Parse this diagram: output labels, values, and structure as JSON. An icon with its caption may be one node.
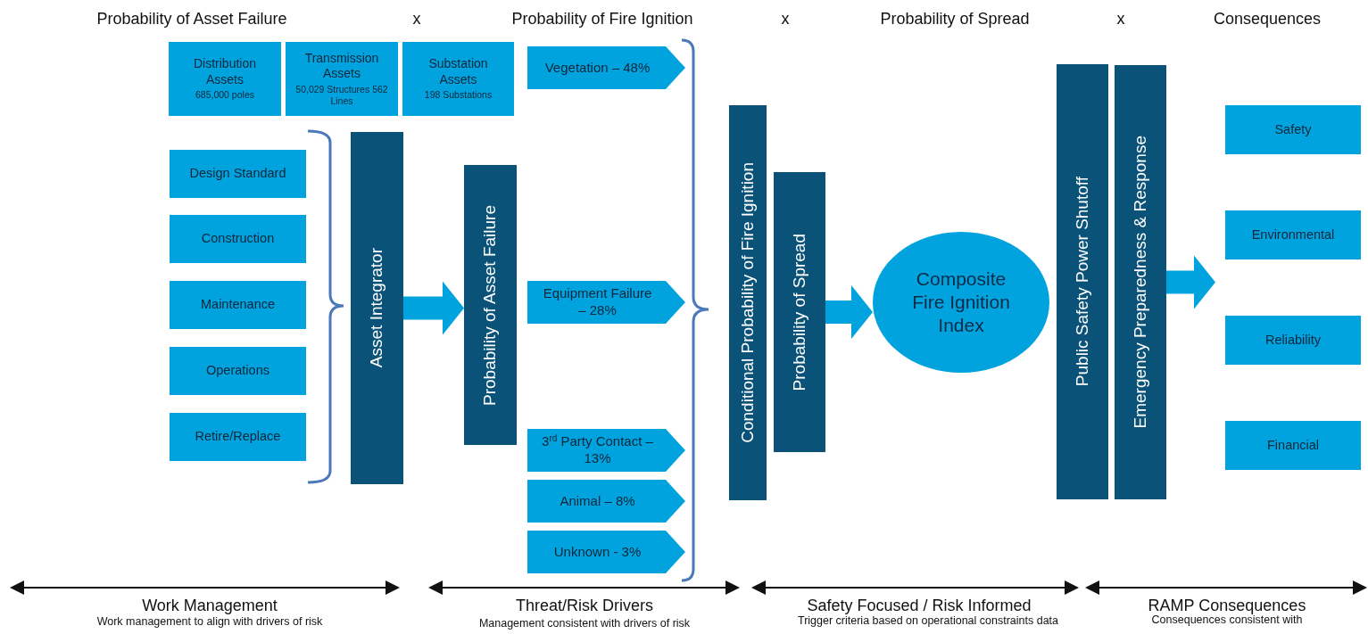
{
  "diagram": {
    "nodes": [
      {
        "text": [
          "Distribution Assets",
          "685,000 poles"
        ]
      },
      {
        "text": [
          "Transmission Assets",
          "50,029 Structures 562 Lines"
        ]
      },
      {
        "text": [
          "Substation Assets",
          "198 Substations"
        ]
      },
      {
        "text": [
          "Design Standard"
        ]
      },
      {
        "text": [
          "Construction"
        ]
      },
      {
        "text": [
          "Maintenance"
        ]
      },
      {
        "text": [
          "Operations"
        ]
      },
      {
        "text": [
          "Retire/Replace"
        ]
      },
      {
        "text": [
          "Asset Integrator"
        ]
      },
      {
        "text": [
          "Probability of Asset Failure"
        ]
      },
      {
        "text": [
          "Vegetation – 48%"
        ]
      },
      {
        "text": [
          "Equipment Failure – 28%"
        ]
      },
      {
        "text": [
          "3$^{rd}$ Party Contact – 13%"
        ]
      },
      {
        "text": [
          "Animal – 8%"
        ]
      },
      {
        "text": [
          "Unknown - 3%"
        ]
      },
      {
        "text": [
          "Conditional Probability of Fire Ignition"
        ]
      },
      {
        "text": [
          "Probability of Spread"
        ]
      },
      {
        "text": [
          "Composite Fire Ignition Index"
        ]
      },
      {
        "text": [
          "Public Safety Power Shutoff"
        ]
      },
      {
        "text": [
          "Emergency Preparedness & Response"
        ]
      },
      {
        "text": [
          "Safety"
        ]
      },
      {
        "text": [
          "Environmental"
        ]
      },
      {
        "text": [
          "Reliability"
        ]
      },
      {
        "text": [
          "Financial"
        ]
      }
    ],
    "edges": [
      {
        "from": 8,
        "to": 9,
        "arrow": "to"
      },
      {
        "from": 16,
        "to": 17,
        "arrow": "to"
      },
      {
        "from": 19,
        "to": null,
        "arrow": "to"
      }
    ],
    "labels": [
      "Probability of Asset Failure",
      "x",
      "Probability of Fire Ignition",
      "x",
      "Probability of Spread",
      "x",
      "Consequences",
      "Work Management",
      "Work management to align with drivers of risk",
      "Threat/Risk Drivers",
      "Management consistent with drivers of risk",
      "Safety Focused / Risk Informed",
      "Trigger criteria based on operational constraints data",
      "RAMP Consequences",
      "Consequences consistent with"
    ]
  }
}
